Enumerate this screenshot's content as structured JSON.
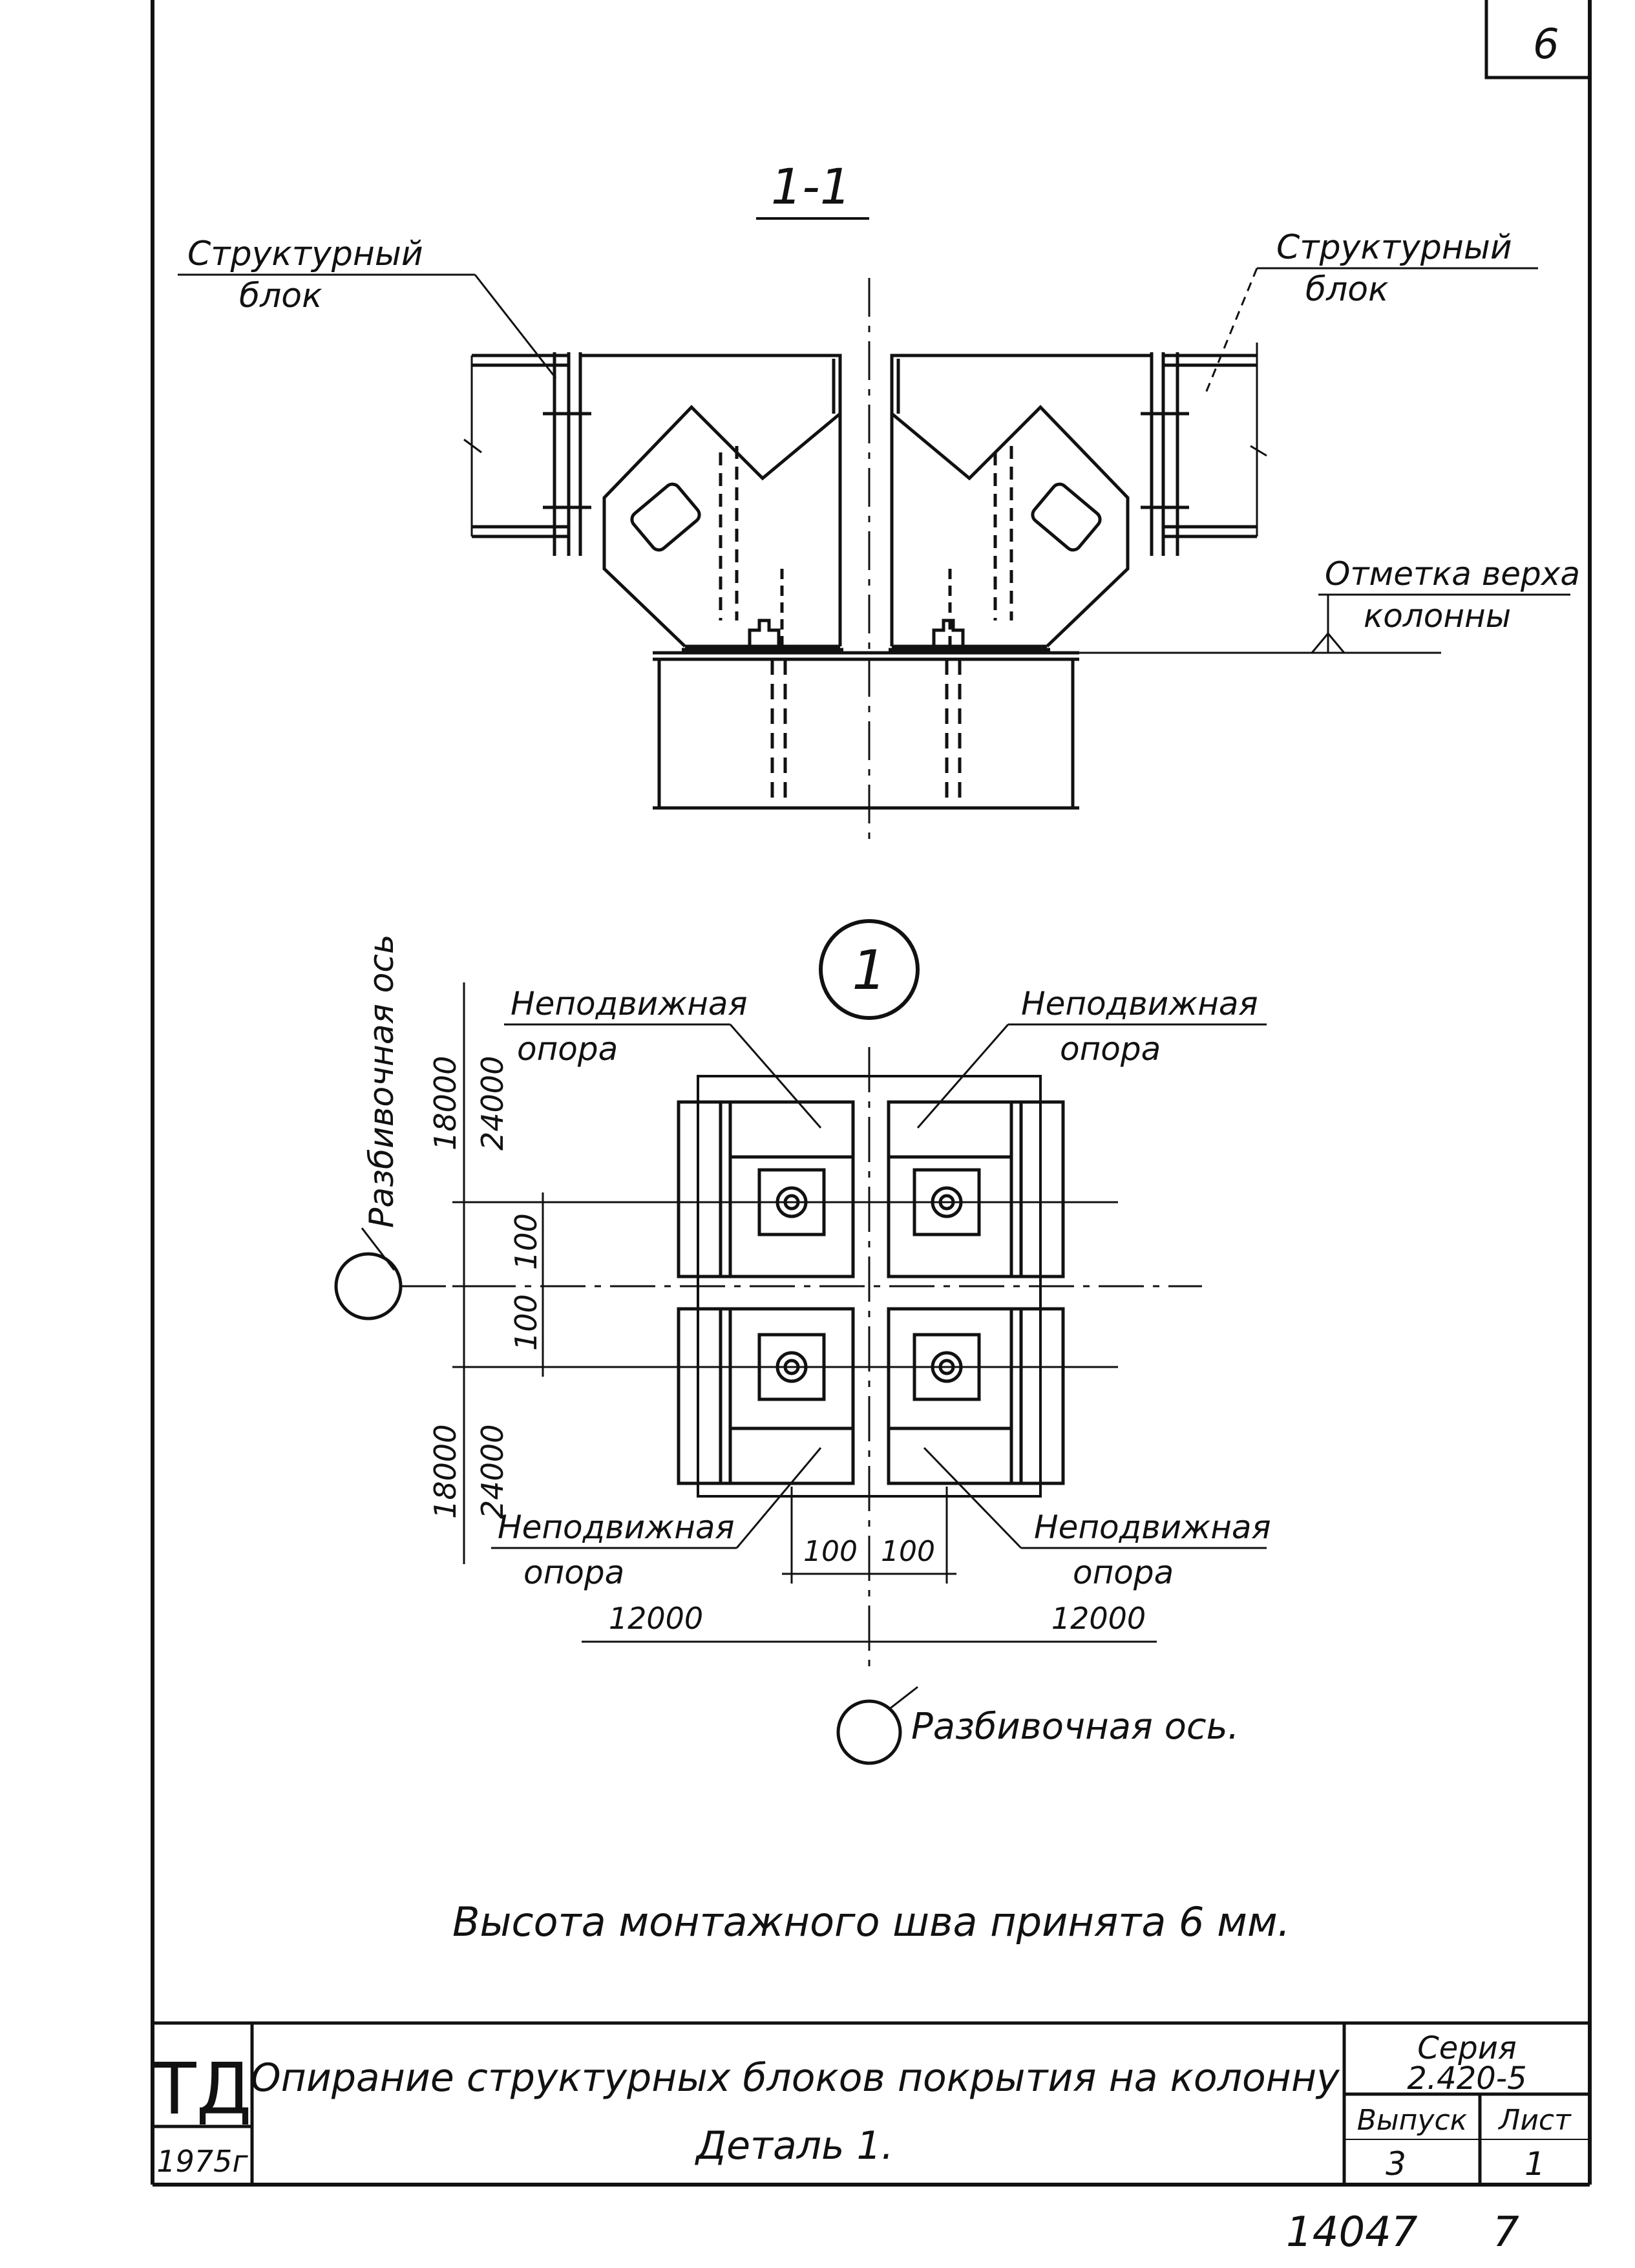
{
  "sheet_number": "6",
  "section_1_1": {
    "title": "1-1",
    "left_block_label": [
      "Структурный",
      "блок"
    ],
    "right_block_label": [
      "Структурный",
      "блок"
    ],
    "column_top_label": [
      "Отметка верха",
      "колонны"
    ]
  },
  "detail_plan": {
    "marker": "1",
    "support_label_tl": [
      "Неподвижная",
      "опора"
    ],
    "support_label_tr": [
      "Неподвижная",
      "опора"
    ],
    "support_label_bl": [
      "Неподвижная",
      "опора"
    ],
    "support_label_br": [
      "Неподвижная",
      "опора"
    ],
    "axis_label_vertical": "Разбивочная ось",
    "axis_label_horizontal": "Разбивочная ось.",
    "dims": {
      "left_upper_a": "18000",
      "left_upper_b": "24000",
      "left_mid_upper": "100",
      "left_mid_lower": "100",
      "left_lower_a": "18000",
      "left_lower_b": "24000",
      "bottom_left_small": "100",
      "bottom_right_small": "100",
      "bottom_left_span": "12000",
      "bottom_right_span": "12000"
    }
  },
  "note": "Высота монтажного шва принята 6 мм.",
  "title_block": {
    "logo": "ТД",
    "year": "1975г",
    "title_line1": "Опирание структурных блоков покрытия на колонну",
    "title_line2": "Деталь 1.",
    "series_label": "Серия",
    "series_value": "2.420-5",
    "issue_label": "Выпуск",
    "issue_value": "3",
    "sheet_label": "Лист",
    "sheet_value": "1"
  },
  "footer": {
    "doc_number": "14047",
    "page": "7"
  }
}
